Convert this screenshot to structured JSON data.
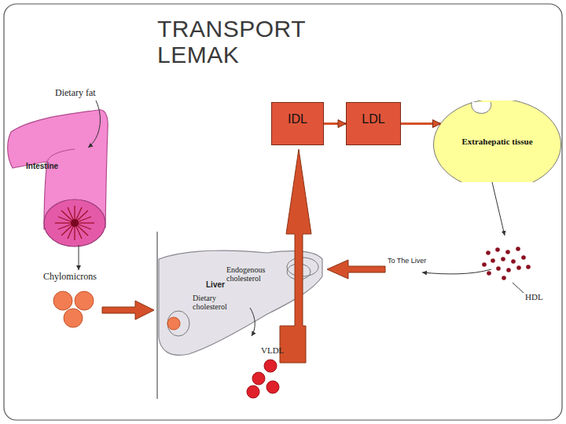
{
  "diagram": {
    "title": "TRANSPORT LEMAK",
    "nodes": [
      {
        "text": [
          "IDL"
        ]
      },
      {
        "text": [
          "LDL"
        ]
      },
      {
        "text": [
          "Extrahepatic tissue"
        ]
      }
    ],
    "edges": [
      {
        "from": 0,
        "to": 1,
        "arrow": "to"
      },
      {
        "from": 1,
        "to": 2,
        "arrow": "to"
      }
    ],
    "labels": [
      "Dietary fat",
      "Intestine",
      "Chylomicrons",
      "Endogenous cholesterol",
      "Liver",
      "Dietary cholesterol",
      "VLDL",
      "To The Liver",
      "HDL"
    ]
  }
}
